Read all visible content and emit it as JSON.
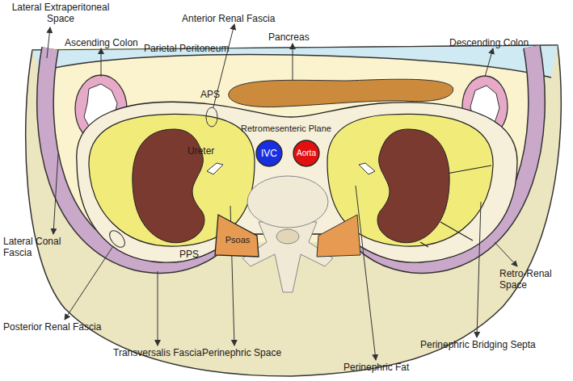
{
  "diagram": {
    "nodes": [
      {
        "text": [
          "IVC"
        ]
      },
      {
        "text": [
          "Aorta"
        ]
      },
      {
        "text": [
          "Psoas"
        ]
      }
    ],
    "labels": [
      "Lateral Extraperitoneal Space",
      "Anterior Renal Fascia",
      "Pancreas",
      "Ascending Colon",
      "Parietal Peritoneum",
      "Descending Colon",
      "APS",
      "Retromesenteric Plane",
      "Ureter",
      "Lateral Conal Fascia",
      "PPS",
      "Retro-Renal Space",
      "Posterior Renal Fascia",
      "Transversalis Fascia",
      "Perinephric Space",
      "Perinephric Fat",
      "Perinephric Bridging Septa"
    ]
  }
}
